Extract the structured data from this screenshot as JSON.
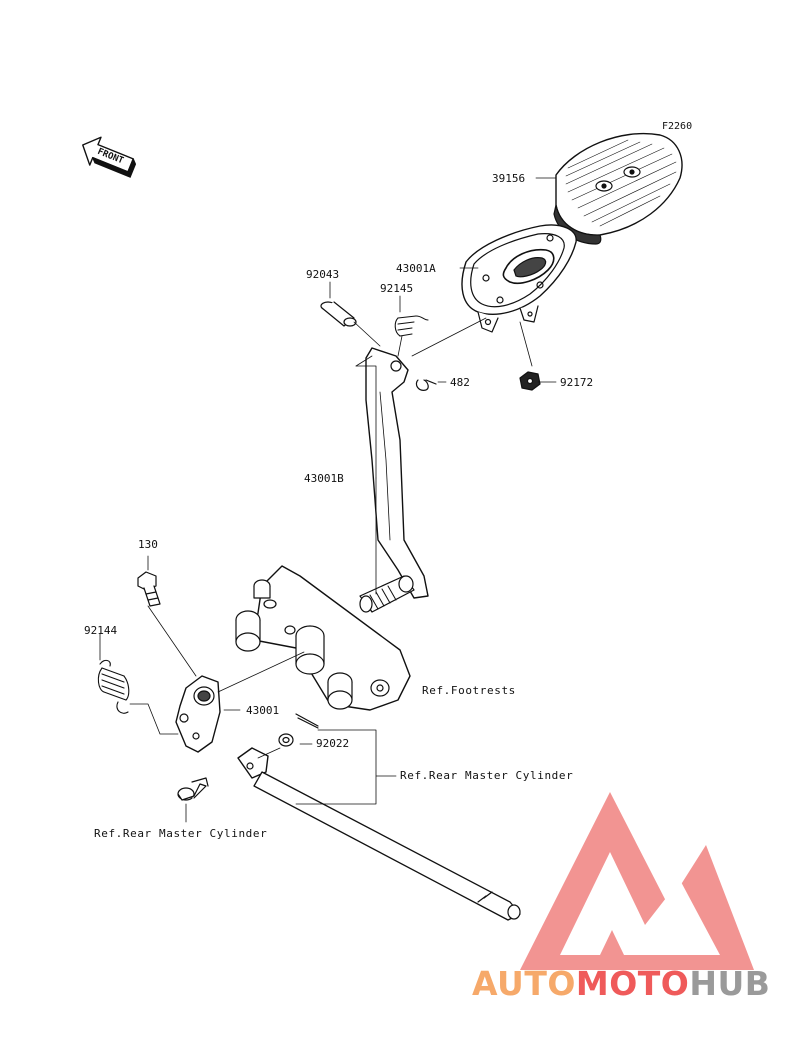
{
  "diagram": {
    "figure_code": "F2260",
    "front_label": "FRONT",
    "parts": {
      "p39156": "39156",
      "p43001A": "43001A",
      "p92043": "92043",
      "p92145": "92145",
      "p482": "482",
      "p92172": "92172",
      "p43001B": "43001B",
      "p130": "130",
      "p92144": "92144",
      "p43001": "43001",
      "p92022": "92022"
    },
    "references": {
      "footrests": "Ref.Footrests",
      "rear_master_cylinder_right": "Ref.Rear Master Cylinder",
      "rear_master_cylinder_left": "Ref.Rear Master Cylinder"
    }
  },
  "watermark": {
    "part1": "AUTO",
    "part2": "MOTO",
    "part3": "HUB",
    "colors": {
      "orange": "#f6a96a",
      "red": "#ef5a5a",
      "gray": "#9a9a9a",
      "logo": "#f07a78"
    }
  }
}
